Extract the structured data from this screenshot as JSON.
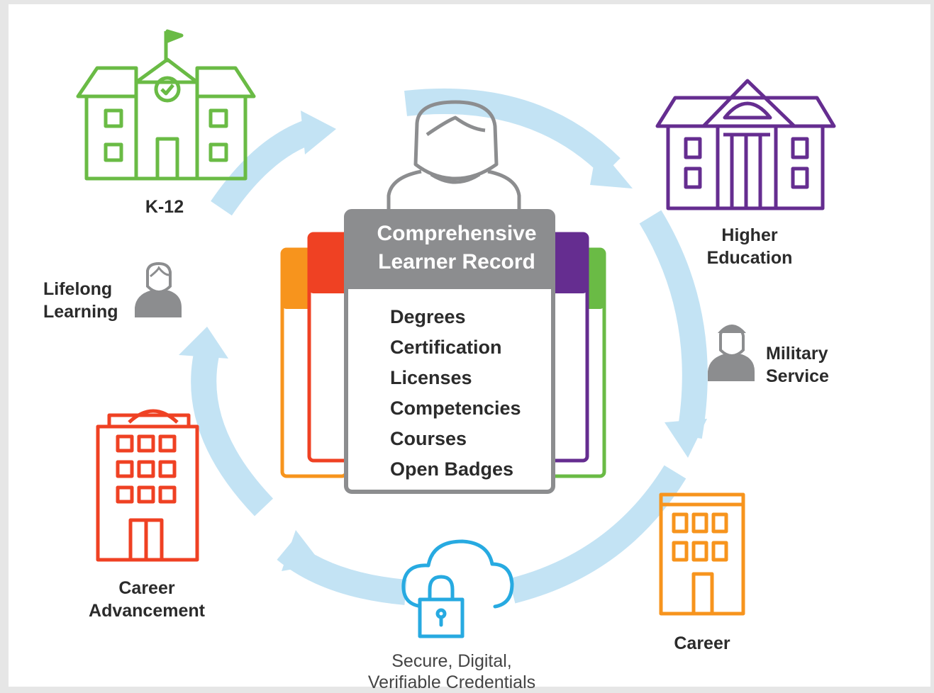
{
  "nodes": {
    "k12": {
      "label": "K-12",
      "color": "#6abb45"
    },
    "higher_education": {
      "line1": "Higher",
      "line2": "Education",
      "color": "#652d90"
    },
    "military_service": {
      "line1": "Military",
      "line2": "Service"
    },
    "career": {
      "label": "Career",
      "color": "#f7941d"
    },
    "career_advancement": {
      "line1": "Career",
      "line2": "Advancement",
      "color": "#ef4123"
    },
    "lifelong_learning": {
      "line1": "Lifelong",
      "line2": "Learning"
    },
    "secure_credentials": {
      "line1": "Secure, Digital,",
      "line2": "Verifiable Credentials",
      "color": "#27aae1"
    }
  },
  "record": {
    "title_line1": "Comprehensive",
    "title_line2": "Learner Record",
    "items": [
      "Degrees",
      "Certification",
      "Licenses",
      "Competencies",
      "Courses",
      "Open Badges"
    ],
    "tab_colors": [
      "#f7941d",
      "#ef4123",
      "#652d90",
      "#6abb45"
    ]
  },
  "colors": {
    "cycle_arrow": "#c3e3f4",
    "person_icon": "#8c8d8f",
    "card_header": "#8c8d8f"
  }
}
